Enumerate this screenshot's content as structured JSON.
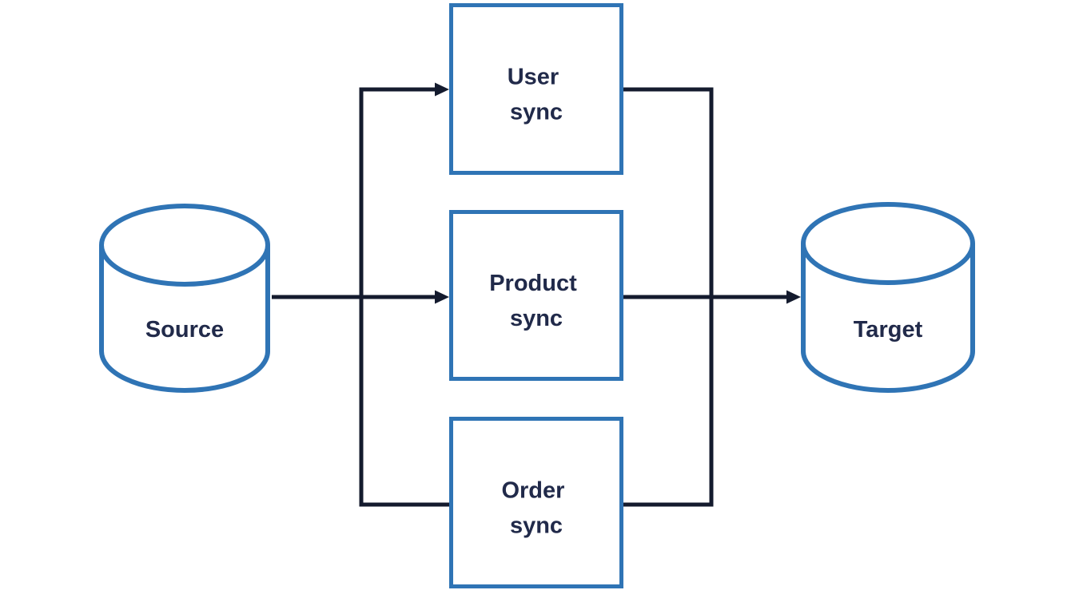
{
  "colors": {
    "background": "#ffffff",
    "shape_stroke": "#2f74b5",
    "connector": "#141b2e",
    "label_text": "#212a4a"
  },
  "nodes": {
    "source": {
      "label": "Source",
      "type": "database"
    },
    "user_sync": {
      "line1": "User",
      "line2": "sync",
      "type": "process"
    },
    "product_sync": {
      "line1": "Product",
      "line2": "sync",
      "type": "process"
    },
    "order_sync": {
      "line1": "Order",
      "line2": "sync",
      "type": "process"
    },
    "target": {
      "label": "Target",
      "type": "database"
    }
  },
  "edges": [
    {
      "from": "source",
      "to": "user_sync",
      "arrowhead": true
    },
    {
      "from": "source",
      "to": "product_sync",
      "arrowhead": true
    },
    {
      "from": "source",
      "to": "order_sync",
      "arrowhead": false
    },
    {
      "from": "user_sync",
      "to": "target",
      "arrowhead": true
    },
    {
      "from": "product_sync",
      "to": "target",
      "arrowhead": true
    },
    {
      "from": "order_sync",
      "to": "target",
      "arrowhead": true
    }
  ]
}
